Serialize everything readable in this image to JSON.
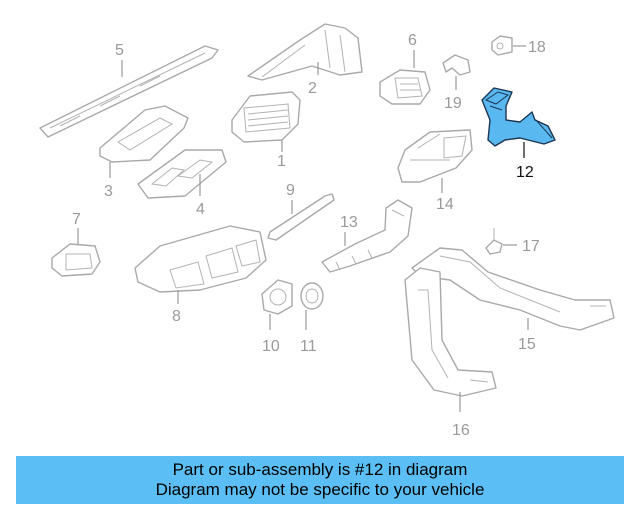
{
  "diagram": {
    "highlight_color": "#5bbff5",
    "highlighted_part": "12",
    "callouts": [
      "1",
      "2",
      "3",
      "4",
      "5",
      "6",
      "7",
      "8",
      "9",
      "10",
      "11",
      "12",
      "13",
      "14",
      "15",
      "16",
      "17",
      "18",
      "19"
    ]
  },
  "banner": {
    "line1": "Part or sub-assembly is #12 in diagram",
    "line2": "Diagram may not be specific to your vehicle",
    "background": "#5bbff5"
  }
}
